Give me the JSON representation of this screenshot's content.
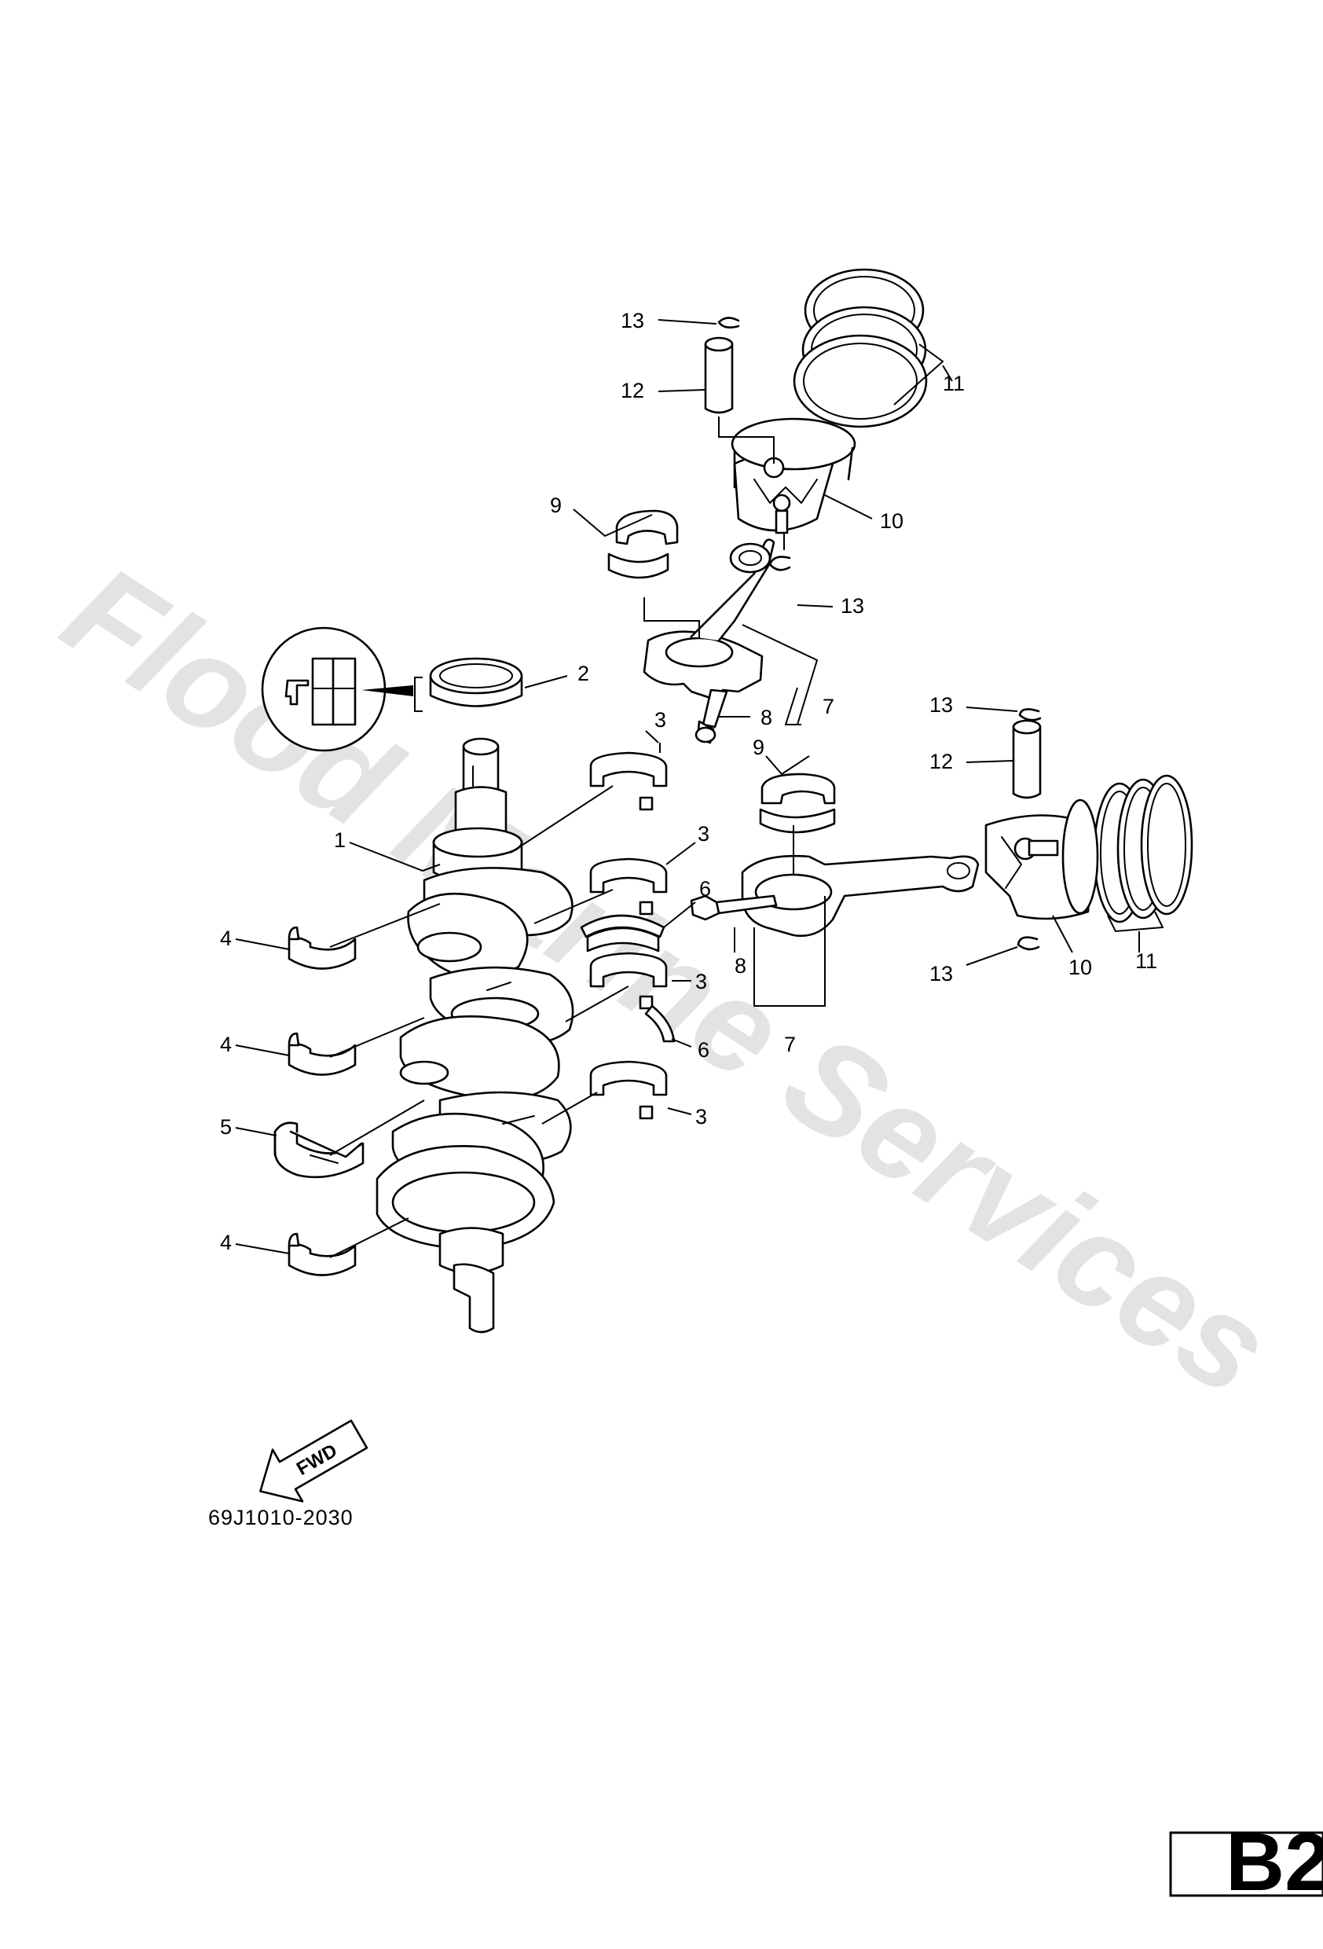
{
  "watermark": "Flood Marine Services",
  "diagram_reference": "69J1010-2030",
  "direction_indicator": "FWD",
  "page_label": "B2",
  "callouts": {
    "crankshaft": "1",
    "oil_seal": "2",
    "main_bearing_upper_1": "3",
    "main_bearing_upper_2": "3",
    "main_bearing_upper_3": "3",
    "main_bearing_upper_4": "3",
    "main_bearing_lower_1": "4",
    "main_bearing_lower_2": "4",
    "main_bearing_lower_3": "4",
    "thrust_bearing": "5",
    "thrust_washer_1": "6",
    "thrust_washer_2": "6",
    "connecting_rod_1": "7",
    "connecting_rod_2": "7",
    "rod_bolt_1": "8",
    "rod_bolt_2": "8",
    "rod_bearing_1": "9",
    "rod_bearing_2": "9",
    "piston_1": "10",
    "piston_2": "10",
    "piston_ring_set_1": "11",
    "piston_ring_set_2": "11",
    "piston_pin_1": "12",
    "piston_pin_2": "12",
    "circlip_1a": "13",
    "circlip_1b": "13",
    "circlip_2a": "13",
    "circlip_2b": "13"
  }
}
